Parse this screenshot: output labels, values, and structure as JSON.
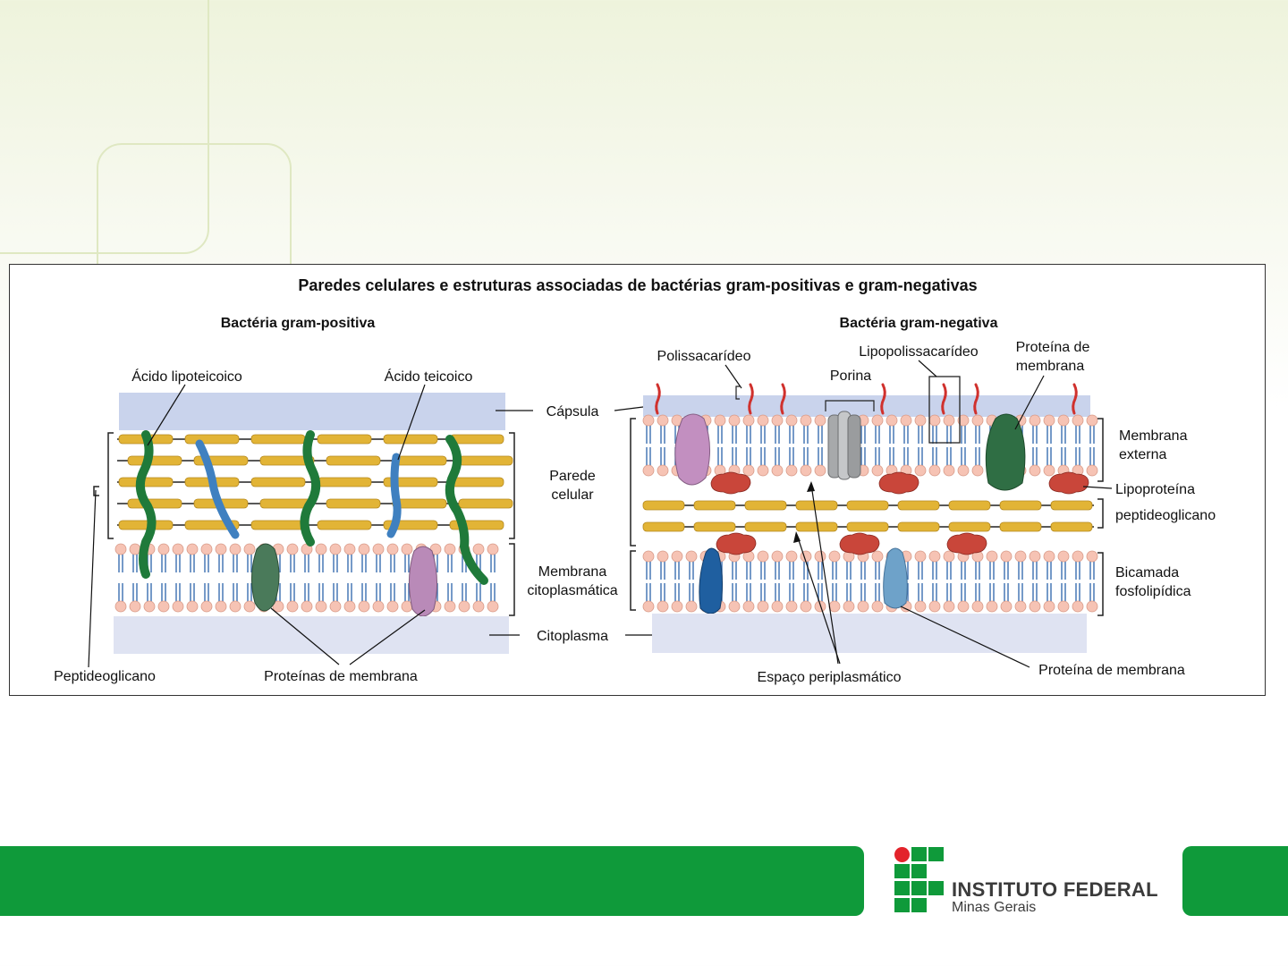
{
  "figure": {
    "title": "Paredes celulares e estruturas associadas de bactérias gram-positivas e gram-negativas",
    "gram_positive": {
      "heading": "Bactéria gram-positiva",
      "labels": {
        "acido_lipoteicoico": "Ácido lipoteicoico",
        "acido_teicoico": "Ácido teicoico",
        "peptideoglicano": "Peptideoglicano",
        "proteinas_membrana": "Proteínas de membrana"
      }
    },
    "center_labels": {
      "capsula": "Cápsula",
      "parede": "Parede",
      "celular": "celular",
      "membrana": "Membrana",
      "citoplasmatica": "citoplasmática",
      "citoplasma": "Citoplasma"
    },
    "gram_negative": {
      "heading": "Bactéria gram-negativa",
      "labels": {
        "polissacarideo": "Polissacarídeo",
        "lipopolissacarideo": "Lipopolissacarídeo",
        "porina": "Porina",
        "proteina_de": "Proteína de",
        "membrana": "membrana",
        "membrana_ext": "Membrana",
        "externa": "externa",
        "lipoproteina": "Lipoproteína",
        "peptideoglicano": "peptideoglicano",
        "bicamada": "Bicamada",
        "fosfolipidica": "fosfolipídica",
        "proteina_membrana": "Proteína de membrana",
        "espaco_periplasmatico": "Espaço periplasmático"
      }
    }
  },
  "logo": {
    "title": "INSTITUTO FEDERAL",
    "subtitle": "Minas Gerais"
  },
  "colors": {
    "brand_green": "#0f9a3a",
    "logo_red": "#e3232b",
    "capsule": "#c9d3ec",
    "glycan": "#e2b436",
    "lipid_head": "#f6c3b4",
    "lipoteichoic": "#1f7a3a",
    "teichoic": "#3f80c0"
  }
}
